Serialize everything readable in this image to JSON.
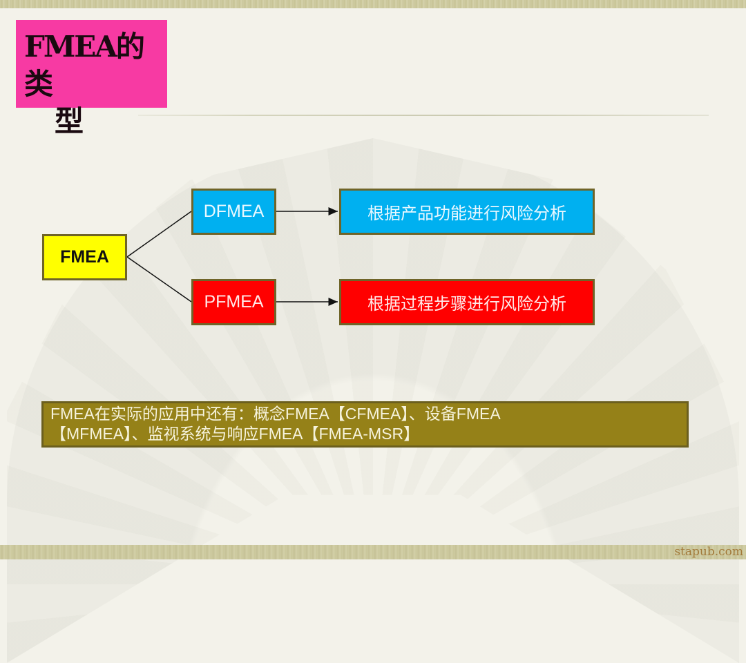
{
  "slide": {
    "title_line1": "FMEA的类",
    "title_line2": "型",
    "watermark": "stapub.com"
  },
  "diagram": {
    "root": {
      "label": "FMEA",
      "color": "#ffff00"
    },
    "branches": [
      {
        "label": "DFMEA",
        "color": "#00b0f0",
        "description": "根据产品功能进行风险分析"
      },
      {
        "label": "PFMEA",
        "color": "#ff0000",
        "description": "根据过程步骤进行风险分析"
      }
    ],
    "border_color": "#6f6428"
  },
  "note": {
    "line1": "FMEA在实际的应用中还有：概念FMEA【CFMEA】、设备FMEA",
    "line2": "【MFMEA】、监视系统与响应FMEA【FMEA-MSR】",
    "color": "#958118"
  }
}
